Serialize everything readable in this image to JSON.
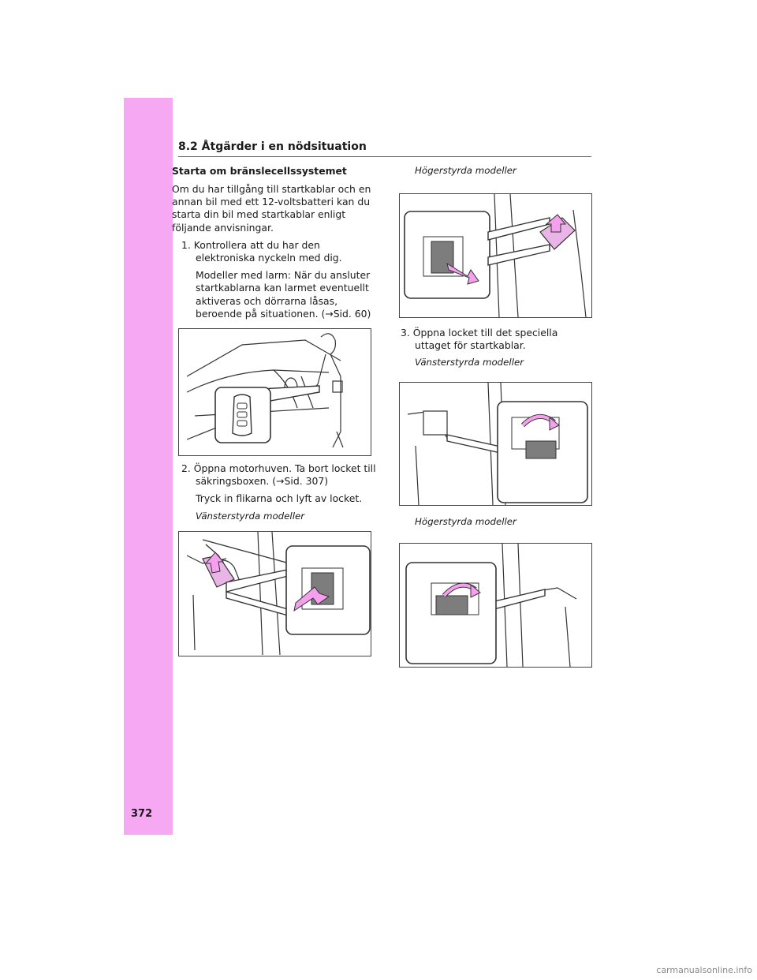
{
  "header": {
    "section": "8.2 Åtgärder i en nödsituation"
  },
  "page_number": "372",
  "left": {
    "heading": "Starta om bränslecellssystemet",
    "intro": "Om du har tillgång till startkablar och en annan bil med ett 12-voltsbatteri kan du starta din bil med startkablar enligt följande anvisningar.",
    "step1": "1. Kontrollera att du har den elektroniska nyckeln med dig.",
    "step1_note": "Modeller med larm: När du ansluter startkablarna kan larmet eventuellt aktiveras och dörrarna låsas, beroende på situationen. (→Sid. 60)",
    "step2": "2. Öppna motorhuven. Ta bort locket till säkringsboxen. (→Sid. 307)",
    "step2_note": "Tryck in flikarna och lyft av locket.",
    "caption_lhd": "Vänsterstyrda modeller"
  },
  "right": {
    "caption_rhd_1": "Högerstyrda modeller",
    "step3": "3. Öppna locket till det speciella uttaget för startkablar.",
    "caption_lhd": "Vänsterstyrda modeller",
    "caption_rhd_2": "Högerstyrda modeller"
  },
  "watermark": "carmanualsonline.info",
  "colors": {
    "band": "#f7a8f3",
    "arrow": "#f4a0ee"
  }
}
